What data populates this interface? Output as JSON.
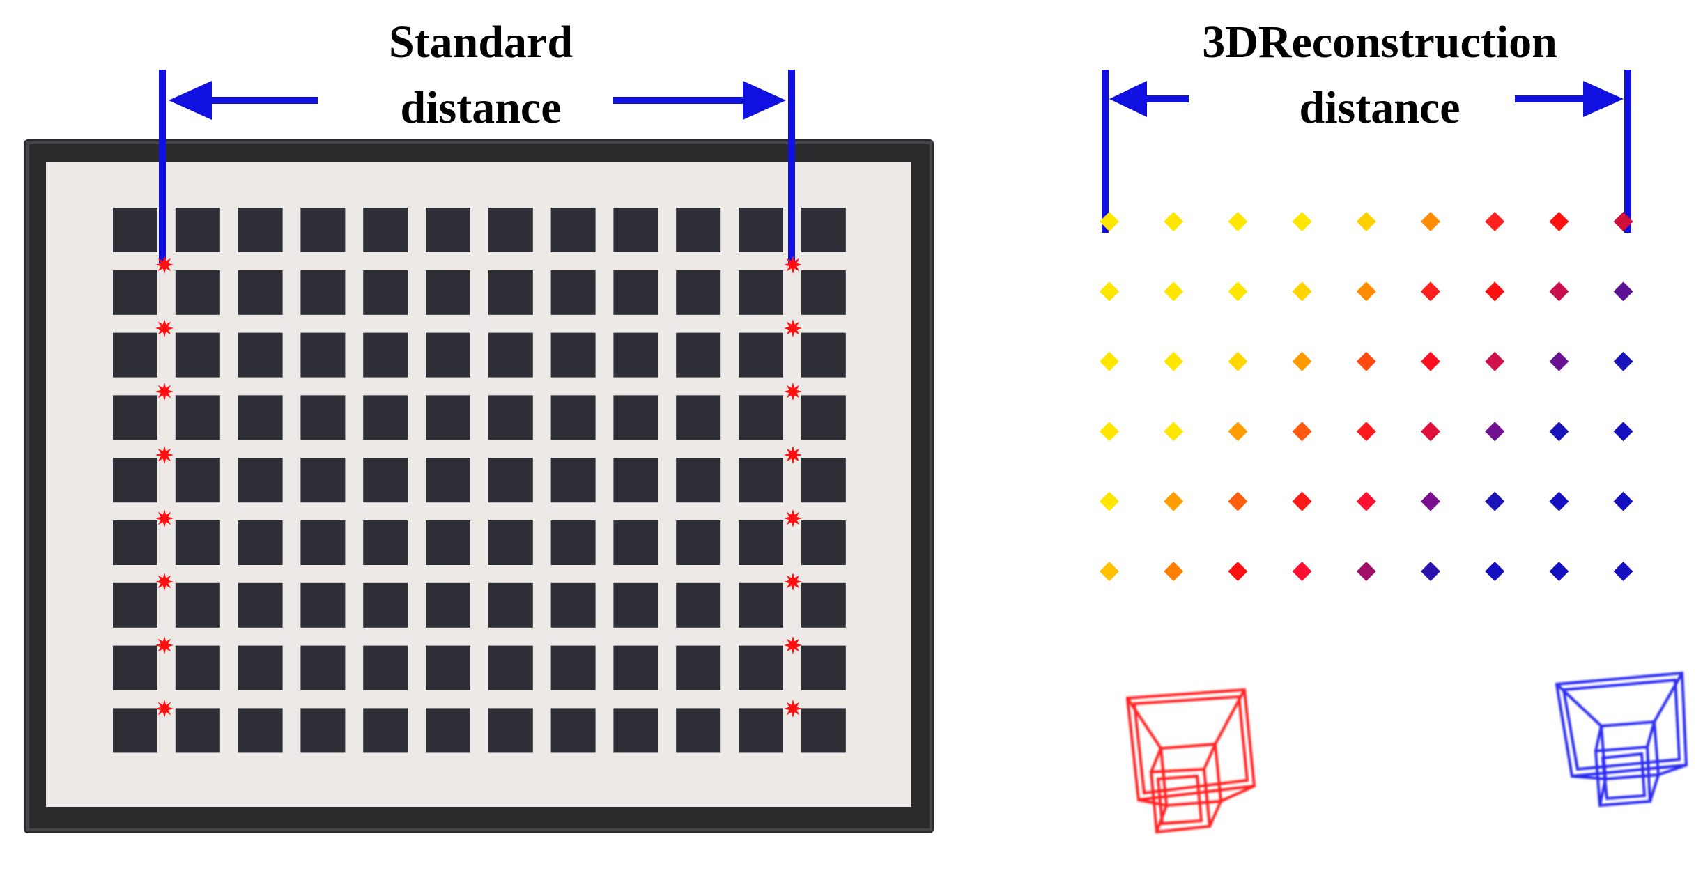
{
  "labels": {
    "standard_line1": "Standard",
    "standard_line2": "distance",
    "recon_line1": "3DReconstruction",
    "recon_line2": "distance"
  },
  "colors": {
    "arrow": "#1010e0",
    "marker": "#ff1010",
    "board_frame": "#2b2b2e",
    "board_paper": "#ece9e6",
    "board_square": "#2e2f36",
    "camera_left": "#ff2020",
    "camera_right": "#2a2af0"
  },
  "calibration_board": {
    "rows": 9,
    "cols": 12,
    "marked_columns": [
      1,
      11
    ],
    "marker_count_per_column": 8
  },
  "reconstruction": {
    "rows": 6,
    "cols": 9,
    "point_colors": [
      [
        "#ffe600",
        "#ffe600",
        "#ffe600",
        "#ffe600",
        "#ffd000",
        "#ff8c00",
        "#ff2020",
        "#ff1010",
        "#d0103a"
      ],
      [
        "#ffe600",
        "#ffe600",
        "#ffe600",
        "#ffd400",
        "#ff8c00",
        "#ff2020",
        "#ff1010",
        "#c8104c",
        "#5a1090"
      ],
      [
        "#ffe600",
        "#ffe600",
        "#ffd800",
        "#ff9a00",
        "#ff4a10",
        "#ff1020",
        "#d0104a",
        "#6a1090",
        "#1a14b8"
      ],
      [
        "#ffe600",
        "#ffe600",
        "#ff9c00",
        "#ff5a10",
        "#ff1a20",
        "#e0103a",
        "#701090",
        "#1a14b8",
        "#1410c0"
      ],
      [
        "#ffe600",
        "#ff9e00",
        "#ff6010",
        "#ff1a1a",
        "#ff1030",
        "#7a1090",
        "#1a14b8",
        "#1410c0",
        "#1410c0"
      ],
      [
        "#ffc000",
        "#ff8000",
        "#ff1010",
        "#ff1030",
        "#a0106a",
        "#2a14b0",
        "#1410c0",
        "#1410c0",
        "#1410c0"
      ]
    ]
  }
}
